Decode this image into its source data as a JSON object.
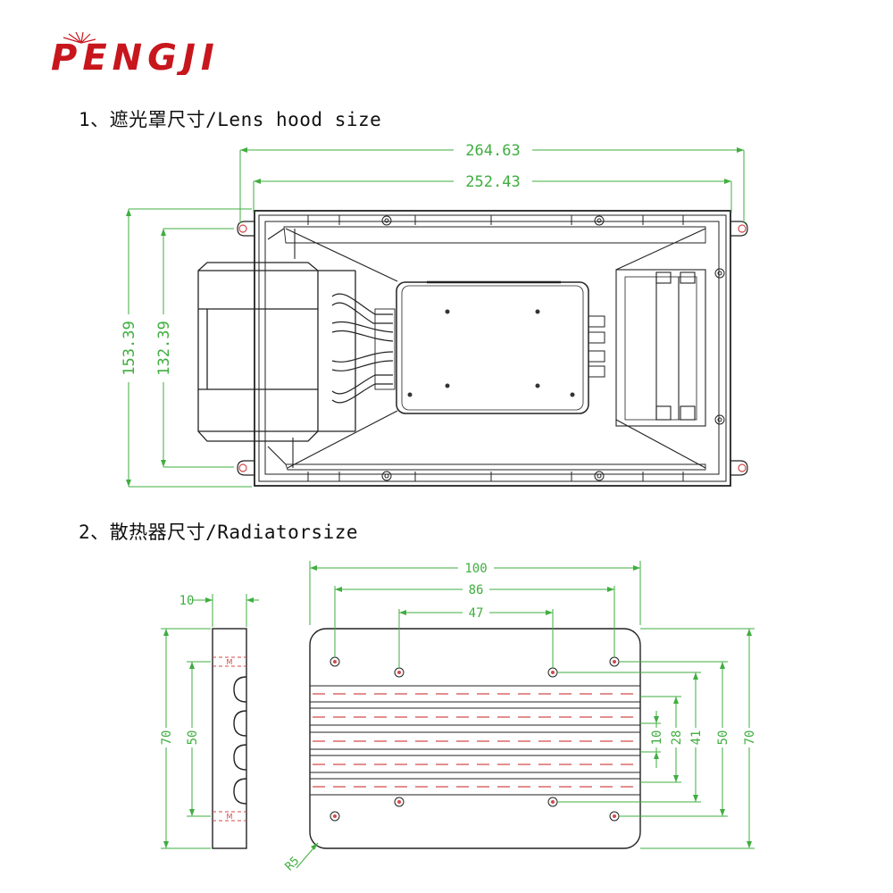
{
  "brand": {
    "logo_text": "PENGJI",
    "logo_color": "#c8161d"
  },
  "sections": [
    {
      "title": "1、遮光罩尺寸/Lens hood size"
    },
    {
      "title": "2、散热器尺寸/Radiatorsize"
    }
  ],
  "lens_hood": {
    "width_outer": "264.63",
    "width_inner": "252.43",
    "height_outer": "153.39",
    "height_inner": "132.39"
  },
  "radiator": {
    "thickness": "10",
    "side_height": "70",
    "side_inner": "50",
    "width": "100",
    "hole_span_outer": "86",
    "hole_span_inner": "47",
    "v_10": "10",
    "v_28": "28",
    "v_41": "41",
    "v_50": "50",
    "v_70": "70",
    "corner_radius": "R5"
  },
  "colors": {
    "dimension": "#3fae3f",
    "outline": "#222222",
    "hidden": "#d24a4a"
  }
}
